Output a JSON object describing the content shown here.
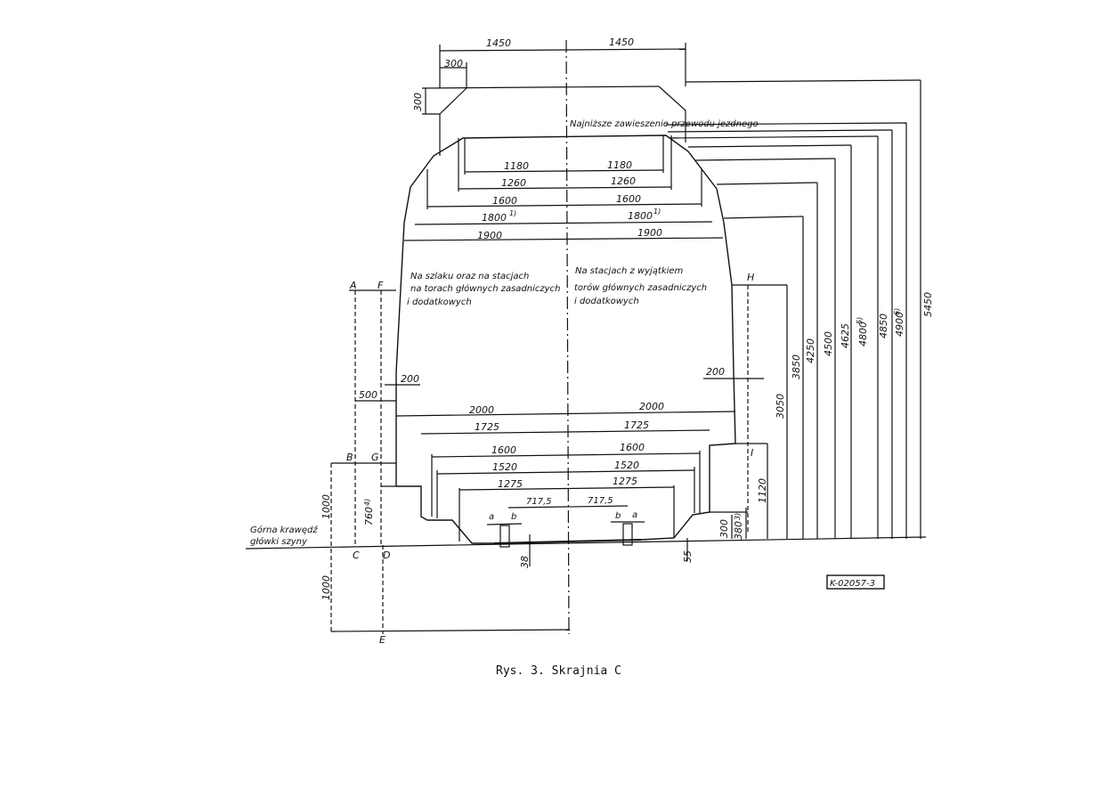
{
  "drawing": {
    "code": "K-02057-3",
    "caption": "Rys. 3. Skrajnia C",
    "annotations": {
      "wire": "Najniższe zawieszenie przewodu jezdnego",
      "left_area": [
        "Na szlaku oraz na stacjach",
        "na torach głównych zasadniczych",
        "i dodatkowych"
      ],
      "right_area": [
        "Na stacjach z wyjątkiem",
        "torów głównych zasadniczych",
        "i dodatkowych"
      ],
      "rail_head": [
        "Górna krawędź",
        "główki szyny"
      ]
    },
    "points": [
      "A",
      "F",
      "B",
      "G",
      "C",
      "D",
      "E",
      "H",
      "I"
    ],
    "dims": {
      "top_half_left": "1450",
      "top_half_right": "1450",
      "top_chamfer_w": "300",
      "top_chamfer_h": "300",
      "w1180_l": "1180",
      "w1180_r": "1180",
      "w1260_l": "1260",
      "w1260_r": "1260",
      "w1600u_l": "1600",
      "w1600u_r": "1600",
      "w1800_l": "1800",
      "w1800_r": "1800",
      "w1800_note": "1)",
      "w1900_l": "1900",
      "w1900_r": "1900",
      "w2000_l": "2000",
      "w2000_r": "2000",
      "w1725_l": "1725",
      "w1725_r": "1725",
      "w1600l_l": "1600",
      "w1600l_r": "1600",
      "w1520_l": "1520",
      "w1520_r": "1520",
      "w1275_l": "1275",
      "w1275_r": "1275",
      "w7175_l": "717,5",
      "w7175_r": "717,5",
      "step_200_l": "200",
      "step_200_r": "200",
      "left_500": "500",
      "h1000": "1000",
      "h760": "760",
      "h760_note": "4)",
      "h1000_below": "1000",
      "h38": "38",
      "h55": "55",
      "h300": "300",
      "h380": "380",
      "h380_note": "3)",
      "h1120": "1120",
      "h3050": "3050",
      "h3850": "3850",
      "h4250": "4250",
      "h4500": "4500",
      "h4625": "4625",
      "h4800": "4800",
      "h4800_note": "5)",
      "h4850": "4850",
      "h4900": "4900",
      "h4900_note": "6)",
      "h5450": "5450",
      "a": "a",
      "b": "b"
    }
  }
}
